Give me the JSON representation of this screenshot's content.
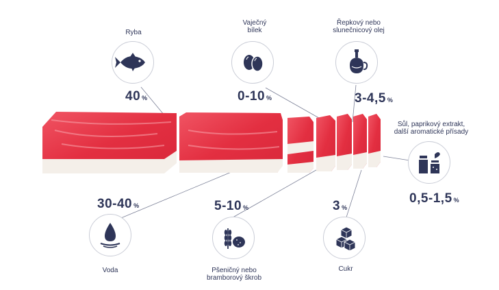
{
  "ingredients": [
    {
      "id": "fish",
      "label": "Ryba",
      "percent": "40",
      "unit": "%",
      "icon": "fish-icon"
    },
    {
      "id": "egg",
      "label": "Vaječný bílek",
      "percent": "0-10",
      "unit": "%",
      "icon": "eggs-icon"
    },
    {
      "id": "oil",
      "label": "Řepkový nebo slunečnicový olej",
      "percent": "3-4,5",
      "unit": "%",
      "icon": "oil-bottle-icon"
    },
    {
      "id": "salt",
      "label": "Sůl,  paprikový extrakt, další aromatické přísady",
      "percent": "0,5-1,5",
      "unit": "%",
      "icon": "salt-pepper-icon"
    },
    {
      "id": "water",
      "label": "Voda",
      "percent": "30-40",
      "unit": "%",
      "icon": "water-drop-icon"
    },
    {
      "id": "starch",
      "label": "Pšeničný nebo bramborový škrob",
      "percent": "5-10",
      "unit": "%",
      "icon": "grain-potato-icon"
    },
    {
      "id": "sugar",
      "label": "Cukr",
      "percent": "3",
      "unit": "%",
      "icon": "sugar-cubes-icon"
    }
  ],
  "labels_multiline": {
    "egg": [
      "Vaječný",
      "bílek"
    ],
    "oil": [
      "Řepkový nebo",
      "slunečnicový olej"
    ],
    "salt": [
      "Sůl,  paprikový extrakt,",
      "další aromatické přísady"
    ],
    "starch": [
      "Pšeničný nebo",
      "bramborový škrob"
    ]
  },
  "colors": {
    "text": "#2e3558",
    "icon": "#2e3558",
    "circle_border": "#c9ccd6",
    "surimi_red": "#e8394a",
    "surimi_white": "#f4efe9",
    "line": "#7a7f96"
  }
}
